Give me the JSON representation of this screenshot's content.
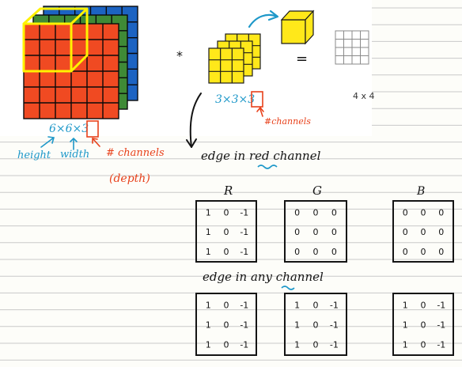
{
  "colors": {
    "paper": "#fdfdf9",
    "ruled_line": "#c9c9c9",
    "red_face": "#f04a22",
    "green_face": "#3f8a36",
    "blue_face": "#1c63c2",
    "yellow": "#ffe81a",
    "yellow_outline": "#fff200",
    "blue_ink": "#1e98c9",
    "red_ink": "#e8411b",
    "black_ink": "#141414",
    "grid_gray": "#8a8a8a"
  },
  "input_volume": {
    "dims_prefix": "6×6×",
    "dims_channels": "3",
    "height_label": "height",
    "width_label": "width",
    "channels_label": "# channels",
    "depth_label": "(depth)"
  },
  "operator": "*",
  "filter": {
    "dims_prefix": "3×3×",
    "dims_channels": "3",
    "channels_label": "#channels"
  },
  "equals": "=",
  "output": {
    "label": "4 x 4"
  },
  "red_channel_section": {
    "title_prefix": "edge in ",
    "title_emph": "red",
    "title_suffix": " channel",
    "panels": [
      {
        "label": "R",
        "rows": [
          [
            "1",
            "0",
            "-1"
          ],
          [
            "1",
            "0",
            "-1"
          ],
          [
            "1",
            "0",
            "-1"
          ]
        ]
      },
      {
        "label": "G",
        "rows": [
          [
            "0",
            "0",
            "0"
          ],
          [
            "0",
            "0",
            "0"
          ],
          [
            "0",
            "0",
            "0"
          ]
        ]
      },
      {
        "label": "B",
        "rows": [
          [
            "0",
            "0",
            "0"
          ],
          [
            "0",
            "0",
            "0"
          ],
          [
            "0",
            "0",
            "0"
          ]
        ]
      }
    ]
  },
  "any_channel_section": {
    "title_prefix": "edge in ",
    "title_emph": "any",
    "title_suffix": " channel",
    "panels": [
      {
        "rows": [
          [
            "1",
            "0",
            "-1"
          ],
          [
            "1",
            "0",
            "-1"
          ],
          [
            "1",
            "0",
            "-1"
          ]
        ]
      },
      {
        "rows": [
          [
            "1",
            "0",
            "-1"
          ],
          [
            "1",
            "0",
            "-1"
          ],
          [
            "1",
            "0",
            "-1"
          ]
        ]
      },
      {
        "rows": [
          [
            "1",
            "0",
            "-1"
          ],
          [
            "1",
            "0",
            "-1"
          ],
          [
            "1",
            "0",
            "-1"
          ]
        ]
      }
    ]
  }
}
